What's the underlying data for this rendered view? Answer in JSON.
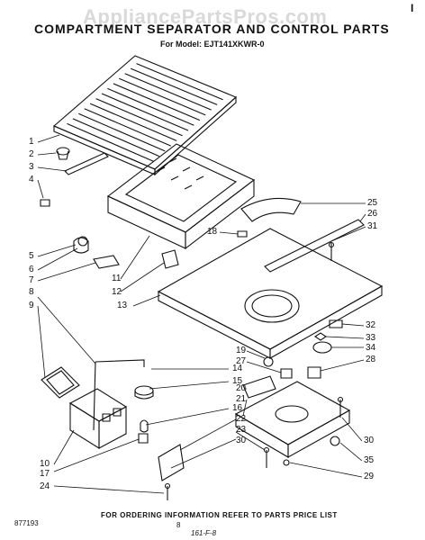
{
  "watermark": "AppliancePartsPros.com",
  "title": "COMPARTMENT SEPARATOR AND CONTROL PARTS",
  "model": "For Model: EJT141XKWR-0",
  "corner_mark": "I",
  "footer": "FOR ORDERING INFORMATION REFER TO PARTS PRICE LIST",
  "doc_number": "877193",
  "page_number": "8",
  "drawing_number": "161-F-8",
  "part_labels": [
    "1",
    "2",
    "3",
    "4",
    "5",
    "6",
    "7",
    "8",
    "9",
    "10",
    "11",
    "12",
    "13",
    "14",
    "15",
    "16",
    "17",
    "18",
    "19",
    "20",
    "21",
    "22",
    "23",
    "24",
    "25",
    "26",
    "27",
    "28",
    "29",
    "30",
    "31",
    "32",
    "33",
    "34",
    "35"
  ]
}
